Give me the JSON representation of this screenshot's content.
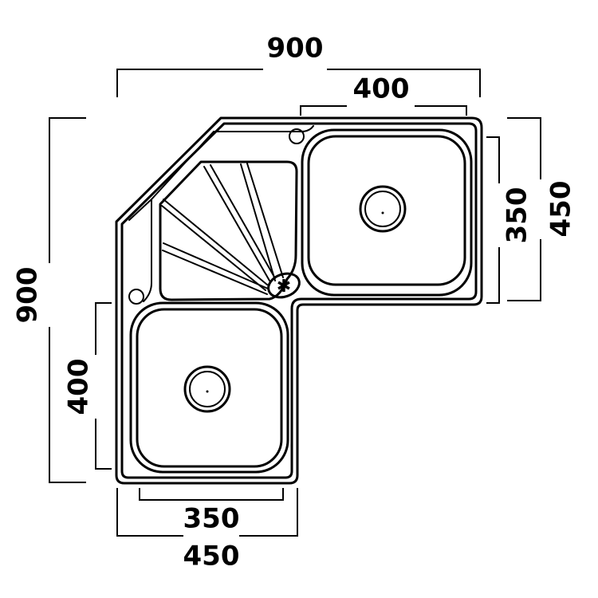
{
  "title": "Corner double-bowl sink with drainer",
  "dimensions": {
    "overall_width": "900",
    "right_bowl_width": "400",
    "right_bowl_depth": "350",
    "right_wing_depth": "450",
    "overall_height": "900",
    "left_bowl_height": "400",
    "left_bowl_width": "350",
    "left_wing_width": "450"
  },
  "colors": {
    "line": "#000000",
    "background": "#ffffff"
  }
}
